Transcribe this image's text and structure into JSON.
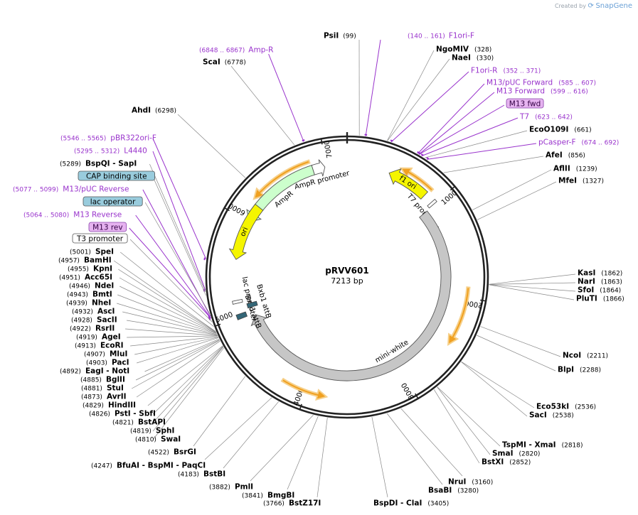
{
  "brand": {
    "created_by": "Created by",
    "name": "SnapGene"
  },
  "map": {
    "name": "pRVV601",
    "size_label": "7213 bp",
    "total_bp": 7213,
    "ticks": [
      "1000",
      "2000",
      "3000",
      "4000",
      "5000",
      "6000",
      "7000"
    ],
    "features": [
      {
        "name": "f1 ori",
        "start": 440,
        "end": 870,
        "dir": "ccw",
        "level": "outer",
        "color": "#f5f500",
        "label_inside": true
      },
      {
        "name": "AmpR promoter",
        "start": 6860,
        "end": 6985,
        "dir": "cw",
        "level": "outer",
        "color": "#ffffff",
        "label_inside": false
      },
      {
        "name": "AmpR",
        "start": 6000,
        "end": 6860,
        "dir": "ccw",
        "level": "outer",
        "color": "#ccffcc",
        "label_inside": false
      },
      {
        "name": "ori",
        "start": 5590,
        "end": 6180,
        "dir": "ccw",
        "level": "outer",
        "color": "#f5f500",
        "label_inside": true
      },
      {
        "name": "T7 promoter",
        "start": 970,
        "end": 1000,
        "dir": "cw",
        "level": "outer",
        "color": "#ffffff",
        "label_inside": false
      },
      {
        "name": "mini-white",
        "start": 1010,
        "end": 4960,
        "dir": "cw",
        "level": "inner",
        "color": "#c6c6c6",
        "label_inside": false
      },
      {
        "name": "lac promoter",
        "start": 5140,
        "end": 5170,
        "dir": "cw",
        "level": "outer",
        "color": "#ffffff",
        "label_inside": false
      },
      {
        "name": "Bxb1 attB",
        "start": 4980,
        "end": 5030,
        "dir": "cw",
        "level": "outer",
        "color": "#336677",
        "label_inside": false
      },
      {
        "name": "Bxb1 attB",
        "start": 5060,
        "end": 5110,
        "dir": "cw",
        "level": "inner",
        "color": "#336677",
        "label_inside": false
      }
    ],
    "orfs": [
      {
        "start": 525,
        "end": 890,
        "dir": "ccw"
      },
      {
        "start": 6210,
        "end": 6850,
        "dir": "ccw"
      },
      {
        "start": 1900,
        "end": 2480,
        "dir": "cw"
      },
      {
        "start": 3800,
        "end": 4250,
        "dir": "ccw"
      }
    ],
    "labels": [
      {
        "side": "top",
        "kind": "primer",
        "pos": "(6848 .. 6867)",
        "name": "Amp-R",
        "bp": 6858
      },
      {
        "side": "top",
        "kind": "enzyme",
        "pos": "(6778)",
        "name": "ScaI",
        "bp": 6778
      },
      {
        "side": "top",
        "kind": "enzyme",
        "pos": "(99)",
        "name": "PsiI",
        "bp": 99
      },
      {
        "side": "top",
        "kind": "primer",
        "pos": "(140 .. 161)",
        "name": "F1ori-F",
        "bp": 150
      },
      {
        "side": "top",
        "kind": "enzyme",
        "pos": "(6298)",
        "name": "AhdI",
        "bp": 6298
      },
      {
        "side": "right",
        "kind": "enzyme",
        "pos": "(328)",
        "name": "NgoMIV",
        "bp": 328
      },
      {
        "side": "right",
        "kind": "enzyme",
        "pos": "(330)",
        "name": "NaeI",
        "bp": 330
      },
      {
        "side": "right",
        "kind": "primer",
        "pos": "(352 .. 371)",
        "name": "F1ori-R",
        "bp": 362
      },
      {
        "side": "right",
        "kind": "primer",
        "pos": "(585 .. 607)",
        "name": "M13/pUC Forward",
        "bp": 596
      },
      {
        "side": "right",
        "kind": "primer",
        "pos": "(599 .. 616)",
        "name": "M13 Forward",
        "bp": 607
      },
      {
        "side": "right",
        "kind": "boxprimer",
        "pos": "",
        "name": "M13 fwd",
        "bp": 608
      },
      {
        "side": "right",
        "kind": "primer",
        "pos": "(623 .. 642)",
        "name": "T7",
        "bp": 632
      },
      {
        "side": "right",
        "kind": "enzyme",
        "pos": "(661)",
        "name": "EcoO109I",
        "bp": 661
      },
      {
        "side": "right",
        "kind": "primer",
        "pos": "(674 .. 692)",
        "name": "pCasper-F",
        "bp": 683
      },
      {
        "side": "right",
        "kind": "enzyme",
        "pos": "(856)",
        "name": "AfeI",
        "bp": 856
      },
      {
        "side": "right",
        "kind": "enzyme",
        "pos": "(1239)",
        "name": "AflII",
        "bp": 1239
      },
      {
        "side": "right",
        "kind": "enzyme",
        "pos": "(1327)",
        "name": "MfeI",
        "bp": 1327
      },
      {
        "side": "right",
        "kind": "enzyme",
        "pos": "(1862)",
        "name": "KasI",
        "bp": 1862
      },
      {
        "side": "right",
        "kind": "enzyme",
        "pos": "(1863)",
        "name": "NarI",
        "bp": 1863
      },
      {
        "side": "right",
        "kind": "enzyme",
        "pos": "(1864)",
        "name": "SfoI",
        "bp": 1864
      },
      {
        "side": "right",
        "kind": "enzyme",
        "pos": "(1866)",
        "name": "PluTI",
        "bp": 1866
      },
      {
        "side": "right",
        "kind": "enzyme",
        "pos": "(2211)",
        "name": "NcoI",
        "bp": 2211
      },
      {
        "side": "right",
        "kind": "enzyme",
        "pos": "(2288)",
        "name": "BlpI",
        "bp": 2288
      },
      {
        "side": "right",
        "kind": "enzyme",
        "pos": "(2536)",
        "name": "Eco53kI",
        "bp": 2536
      },
      {
        "side": "right",
        "kind": "enzyme",
        "pos": "(2538)",
        "name": "SacI",
        "bp": 2538
      },
      {
        "side": "right",
        "kind": "enzyme",
        "pos": "(2818)",
        "name": "TspMI - XmaI",
        "bp": 2818
      },
      {
        "side": "right",
        "kind": "enzyme",
        "pos": "(2820)",
        "name": "SmaI",
        "bp": 2820
      },
      {
        "side": "right",
        "kind": "enzyme",
        "pos": "(2852)",
        "name": "BstXI",
        "bp": 2852
      },
      {
        "side": "bottom",
        "kind": "enzyme",
        "pos": "(3160)",
        "name": "NruI",
        "bp": 3160
      },
      {
        "side": "bottom",
        "kind": "enzyme",
        "pos": "(3280)",
        "name": "BsaBI",
        "bp": 3280
      },
      {
        "side": "bottom",
        "kind": "enzyme",
        "pos": "(3405)",
        "name": "BspDI - ClaI",
        "bp": 3405
      },
      {
        "side": "bottom",
        "kind": "enzyme",
        "pos": "(3766)",
        "name": "BstZ17I",
        "bp": 3766
      },
      {
        "side": "bottom",
        "kind": "enzyme",
        "pos": "(3841)",
        "name": "BmgBI",
        "bp": 3841
      },
      {
        "side": "bottom",
        "kind": "enzyme",
        "pos": "(3882)",
        "name": "PmlI",
        "bp": 3882
      },
      {
        "side": "bottom",
        "kind": "enzyme",
        "pos": "(4183)",
        "name": "BstBI",
        "bp": 4183
      },
      {
        "side": "bottom",
        "kind": "enzyme",
        "pos": "(4247)",
        "name": "BfuAI - BspMI - PaqCI",
        "bp": 4247
      },
      {
        "side": "bottom",
        "kind": "enzyme",
        "pos": "(4522)",
        "name": "BsrGI",
        "bp": 4522
      },
      {
        "side": "left",
        "kind": "primer",
        "pos": "(5546 .. 5565)",
        "name": "pBR322ori-F",
        "bp": 5556
      },
      {
        "side": "left",
        "kind": "primer",
        "pos": "(5295 .. 5312)",
        "name": "L4440",
        "bp": 5304
      },
      {
        "side": "left",
        "kind": "enzyme",
        "pos": "(5289)",
        "name": "BspQI - SapI",
        "bp": 5289
      },
      {
        "side": "left",
        "kind": "boxfeature",
        "pos": "",
        "name": "CAP binding site",
        "bp": 5260
      },
      {
        "side": "left",
        "kind": "primer",
        "pos": "(5077 .. 5099)",
        "name": "M13/pUC Reverse",
        "bp": 5088
      },
      {
        "side": "left",
        "kind": "boxfeature",
        "pos": "",
        "name": "lac operator",
        "bp": 5110
      },
      {
        "side": "left",
        "kind": "primer",
        "pos": "(5064 .. 5080)",
        "name": "M13 Reverse",
        "bp": 5072
      },
      {
        "side": "left",
        "kind": "boxprimer",
        "pos": "",
        "name": "M13 rev",
        "bp": 5072
      },
      {
        "side": "left",
        "kind": "boxwhite",
        "pos": "",
        "name": "T3 promoter",
        "bp": 5040
      },
      {
        "side": "left",
        "kind": "enzyme",
        "pos": "(5001)",
        "name": "SpeI",
        "bp": 5001
      },
      {
        "side": "left",
        "kind": "enzyme",
        "pos": "(4957)",
        "name": "BamHI",
        "bp": 4957
      },
      {
        "side": "left",
        "kind": "enzyme",
        "pos": "(4955)",
        "name": "KpnI",
        "bp": 4955
      },
      {
        "side": "left",
        "kind": "enzyme",
        "pos": "(4951)",
        "name": "Acc65I",
        "bp": 4951
      },
      {
        "side": "left",
        "kind": "enzyme",
        "pos": "(4946)",
        "name": "NdeI",
        "bp": 4946
      },
      {
        "side": "left",
        "kind": "enzyme",
        "pos": "(4943)",
        "name": "BmtI",
        "bp": 4943
      },
      {
        "side": "left",
        "kind": "enzyme",
        "pos": "(4939)",
        "name": "NheI",
        "bp": 4939
      },
      {
        "side": "left",
        "kind": "enzyme",
        "pos": "(4932)",
        "name": "AscI",
        "bp": 4932
      },
      {
        "side": "left",
        "kind": "enzyme",
        "pos": "(4928)",
        "name": "SacII",
        "bp": 4928
      },
      {
        "side": "left",
        "kind": "enzyme",
        "pos": "(4922)",
        "name": "RsrII",
        "bp": 4922
      },
      {
        "side": "left",
        "kind": "enzyme",
        "pos": "(4919)",
        "name": "AgeI",
        "bp": 4919
      },
      {
        "side": "left",
        "kind": "enzyme",
        "pos": "(4913)",
        "name": "EcoRI",
        "bp": 4913
      },
      {
        "side": "left",
        "kind": "enzyme",
        "pos": "(4907)",
        "name": "MluI",
        "bp": 4907
      },
      {
        "side": "left",
        "kind": "enzyme",
        "pos": "(4903)",
        "name": "PacI",
        "bp": 4903
      },
      {
        "side": "left",
        "kind": "enzyme",
        "pos": "(4892)",
        "name": "EagI - NotI",
        "bp": 4892
      },
      {
        "side": "left",
        "kind": "enzyme",
        "pos": "(4885)",
        "name": "BglII",
        "bp": 4885
      },
      {
        "side": "left",
        "kind": "enzyme",
        "pos": "(4881)",
        "name": "StuI",
        "bp": 4881
      },
      {
        "side": "left",
        "kind": "enzyme",
        "pos": "(4873)",
        "name": "AvrII",
        "bp": 4873
      },
      {
        "side": "left",
        "kind": "enzyme",
        "pos": "(4829)",
        "name": "HindIII",
        "bp": 4829
      },
      {
        "side": "left",
        "kind": "enzyme",
        "pos": "(4826)",
        "name": "PstI - SbfI",
        "bp": 4826
      },
      {
        "side": "left",
        "kind": "enzyme",
        "pos": "(4821)",
        "name": "BstAPI",
        "bp": 4821
      },
      {
        "side": "left",
        "kind": "enzyme",
        "pos": "(4819)",
        "name": "SphI",
        "bp": 4819
      },
      {
        "side": "left",
        "kind": "enzyme",
        "pos": "(4810)",
        "name": "SwaI",
        "bp": 4810
      }
    ]
  }
}
